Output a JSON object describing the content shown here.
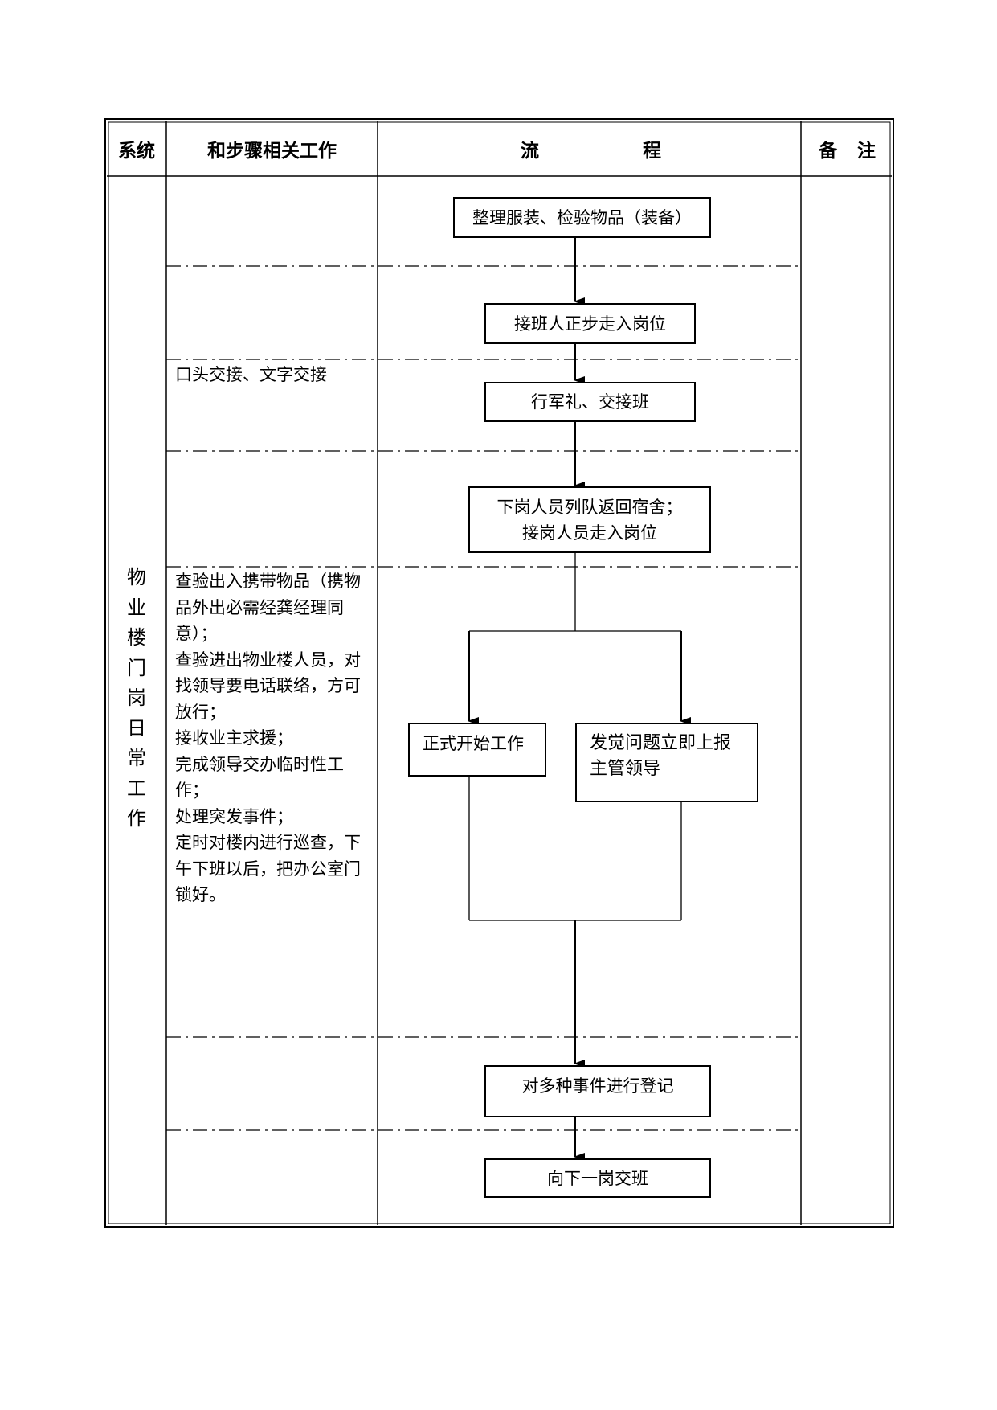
{
  "header": {
    "col1": "系统",
    "col2": "和步骤相关工作",
    "col3_a": "流",
    "col3_b": "程",
    "col4_a": "备",
    "col4_b": "注"
  },
  "system_label": [
    "物",
    "业",
    "楼",
    "门",
    "岗",
    "日",
    "常",
    "工",
    "作"
  ],
  "related_work": {
    "step3": "口头交接、文字交接",
    "step5_lines": [
      "查验出入携带物品（携物",
      "品外出必需经龚经理同",
      "意）；",
      "查验进出物业楼人员，对",
      "找领导要电话联络，方可",
      "放行；",
      "接收业主求援；",
      "完成领导交办临时性工",
      "作；",
      "处理突发事件；",
      "定时对楼内进行巡查，下",
      "午下班以后，把办公室门",
      "锁好。"
    ]
  },
  "flow": {
    "step1": "整理服装、检验物品（装备）",
    "step2": "接班人正步走入岗位",
    "step3": "行军礼、交接班",
    "step4_line1": "下岗人员列队返回宿舍；",
    "step4_line2": "接岗人员走入岗位",
    "branch_left": "正式开始工作",
    "branch_right_line1": "发觉问题立即上报",
    "branch_right_line2": "主管领导",
    "step6": "对多种事件进行登记",
    "step7": "向下一岗交班"
  }
}
